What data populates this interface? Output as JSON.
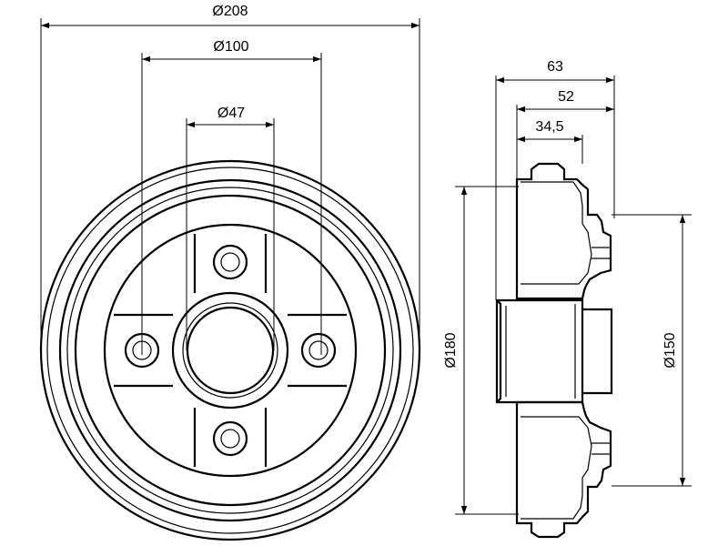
{
  "dimensions": {
    "outer_diameter": "Ø208",
    "bolt_circle_diameter": "Ø100",
    "center_bore_diameter": "Ø47",
    "overall_height": "63",
    "drum_depth": "52",
    "hub_offset": "34,5",
    "braking_surface_diameter": "Ø180",
    "flange_diameter": "Ø150"
  }
}
